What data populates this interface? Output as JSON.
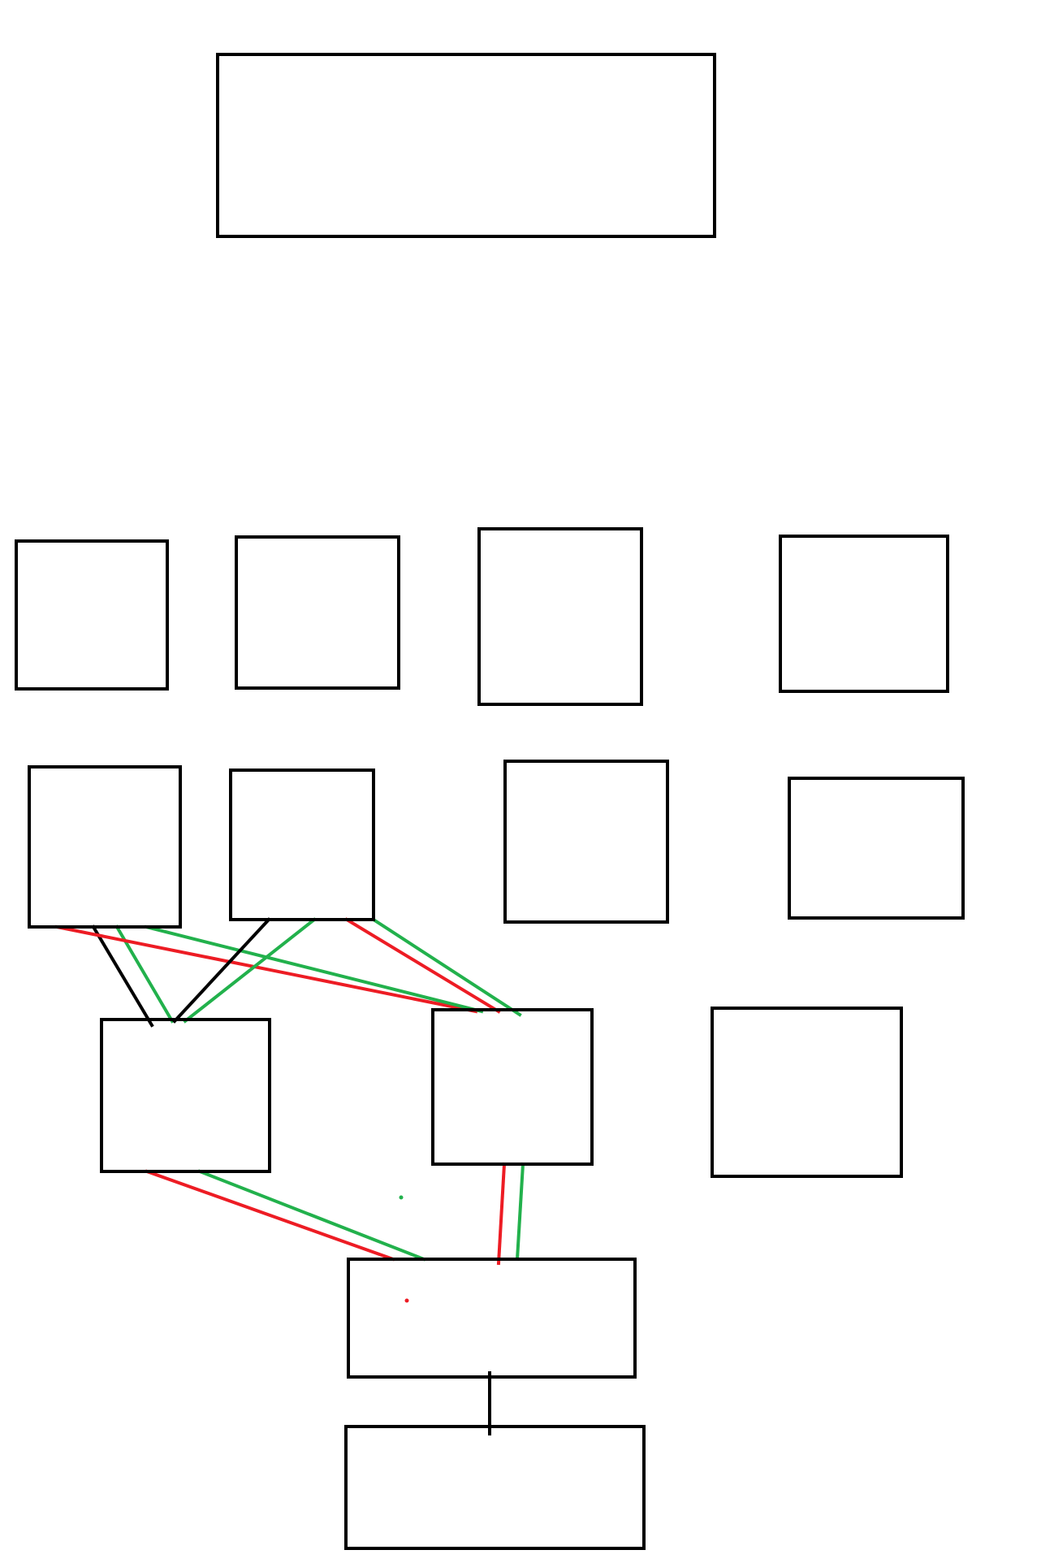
{
  "diagram": {
    "colors": {
      "background": "#ffffff",
      "box_border": "#000000",
      "link_black": "#000000",
      "link_red": "#ed1c24",
      "link_green": "#22b14c"
    },
    "boxes": [
      {
        "id": "top-box",
        "label": ""
      },
      {
        "id": "row1-box-1",
        "label": ""
      },
      {
        "id": "row1-box-2",
        "label": ""
      },
      {
        "id": "row1-box-3",
        "label": ""
      },
      {
        "id": "row1-box-4",
        "label": ""
      },
      {
        "id": "row2-box-1",
        "label": ""
      },
      {
        "id": "row2-box-2",
        "label": ""
      },
      {
        "id": "row2-box-3",
        "label": ""
      },
      {
        "id": "row2-box-4",
        "label": ""
      },
      {
        "id": "row3-box-1",
        "label": ""
      },
      {
        "id": "row3-box-2",
        "label": ""
      },
      {
        "id": "row3-box-3",
        "label": ""
      },
      {
        "id": "row4-box",
        "label": ""
      },
      {
        "id": "bottom-box",
        "label": ""
      }
    ],
    "connections": [
      {
        "from": "row2-box-1",
        "to": "row3-box-1",
        "color": "link_black"
      },
      {
        "from": "row2-box-1",
        "to": "row3-box-1",
        "color": "link_green"
      },
      {
        "from": "row2-box-1",
        "to": "row3-box-2",
        "color": "link_red"
      },
      {
        "from": "row2-box-1",
        "to": "row3-box-2",
        "color": "link_green"
      },
      {
        "from": "row2-box-2",
        "to": "row3-box-1",
        "color": "link_black"
      },
      {
        "from": "row2-box-2",
        "to": "row3-box-1",
        "color": "link_green"
      },
      {
        "from": "row2-box-2",
        "to": "row3-box-2",
        "color": "link_red"
      },
      {
        "from": "row2-box-2",
        "to": "row3-box-2",
        "color": "link_green"
      },
      {
        "from": "row3-box-1",
        "to": "row4-box",
        "color": "link_red"
      },
      {
        "from": "row3-box-1",
        "to": "row4-box",
        "color": "link_green"
      },
      {
        "from": "row3-box-2",
        "to": "row4-box",
        "color": "link_red"
      },
      {
        "from": "row3-box-2",
        "to": "row4-box",
        "color": "link_green"
      },
      {
        "from": "row4-box",
        "to": "bottom-box",
        "color": "link_black"
      }
    ],
    "stray_marks": [
      {
        "id": "stray-dot-green",
        "color": "link_green"
      },
      {
        "id": "stray-dot-red",
        "color": "link_red"
      }
    ]
  }
}
